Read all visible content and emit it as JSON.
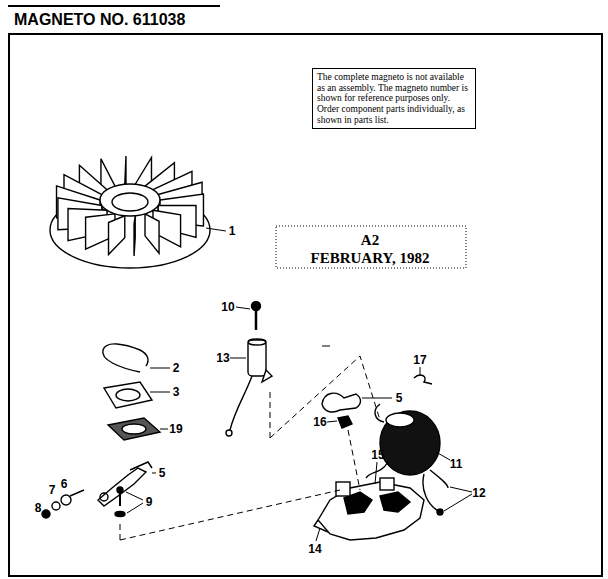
{
  "diagram": {
    "title": "MAGNETO NO. 611038",
    "nodes": [
      {
        "text": [
          "The complete magneto is not available as an assembly. The magneto number is shown for reference purposes only. Order component parts individually, as shown in parts list."
        ]
      }
    ],
    "labels": [
      "A2",
      "FEBRUARY, 1982",
      "1",
      "10",
      "2",
      "13",
      "3",
      "19",
      "5",
      "16",
      "5",
      "17",
      "11",
      "7",
      "6",
      "8",
      "9",
      "15",
      "12",
      "14"
    ]
  }
}
